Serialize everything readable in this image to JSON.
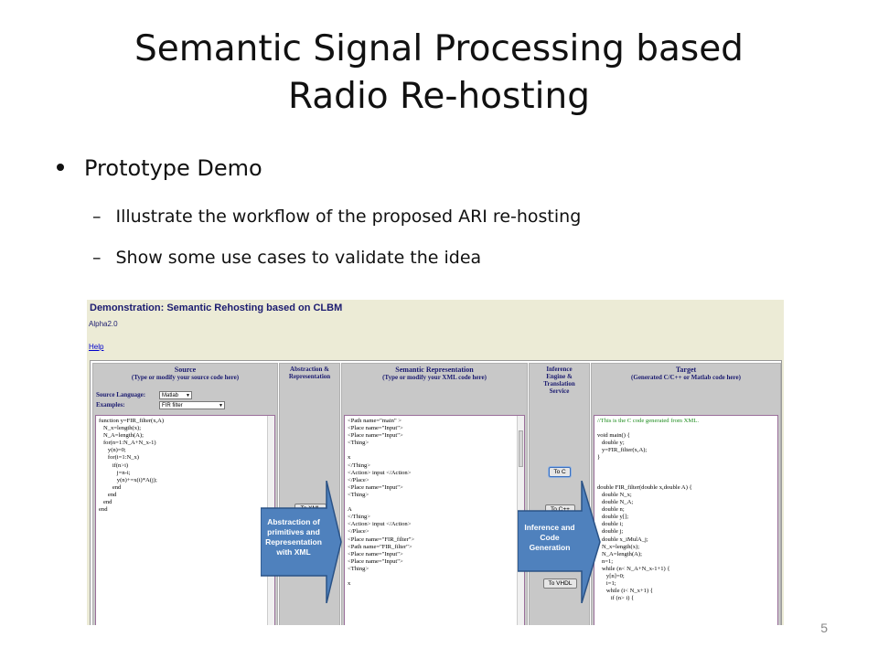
{
  "slide": {
    "title_line1": "Semantic Signal Processing based",
    "title_line2": "Radio Re-hosting",
    "bullet": "Prototype Demo",
    "sub_bullets": [
      "Illustrate the workflow of the proposed ARI re-hosting",
      "Show some use cases to validate the idea"
    ],
    "slide_number": "5"
  },
  "demo": {
    "title": "Demonstration: Semantic Rehosting based on CLBM",
    "version": "Alpha2.0",
    "help_link": "Help",
    "columns": {
      "source": {
        "title": "Source",
        "subtitle": "(Type or modify your source code here)"
      },
      "abstraction": {
        "title": "Abstraction &",
        "title2": "Representation"
      },
      "semantic": {
        "title": "Semantic Representation",
        "subtitle": "(Type or modify your XML code here)"
      },
      "inference": {
        "title": "Inference",
        "title2": "Engine &",
        "title3": "Translation",
        "title4": "Service"
      },
      "target": {
        "title": "Target",
        "subtitle": "(Generated C/C++ or Matlab code here)"
      }
    },
    "source_language_label": "Source Language:",
    "source_language_value": "Matlab",
    "examples_label": "Examples:",
    "examples_value": "FIR filter",
    "source_code": [
      "function y=FIR_filter(x,A)",
      "   N_x=length(x);",
      "   N_A=length(A);",
      "   for(n=1:N_A+N_x-1)",
      "      y(n)=0;",
      "      for(i=1:N_x)",
      "         if(n>i)",
      "            j=n-i;",
      "            y(n)+=x(i)*A(j);",
      "         end",
      "      end",
      "   end",
      "end"
    ],
    "xml_code": [
      "<Path name=\"main\" >",
      "<Place name=\"Input\">",
      "<Place name=\"Input\">",
      "<Thing>",
      "",
      "x",
      "</Thing>",
      "<Action> input </Action>",
      "</Place>",
      "<Place name=\"Input\">",
      "<Thing>",
      "",
      "A",
      "</Thing>",
      "<Action> input </Action>",
      "</Place>",
      "<Place name=\"FIR_filter\">",
      "<Path name=\"FIR_filter\">",
      "<Place name=\"Input\">",
      "<Place name=\"Input\">",
      "<Thing>",
      "",
      "x"
    ],
    "target_code": [
      "//This is the C code generated from XML.",
      "",
      "void main() {",
      "   double y;",
      "   y=FIR_filter(x,A);",
      "}",
      "",
      "",
      "",
      "double FIR_filter(double x,double A) {",
      "   double N_x;",
      "   double N_A;",
      "   double n;",
      "   double y[];",
      "   double i;",
      "   double j;",
      "   double x_iMulA_j;",
      "   N_x=length(x);",
      "   N_A=length(A);",
      "   n=1;",
      "   while (n< N_A+N_x-1+1) {",
      "      y[n]=0;",
      "      i=1;",
      "      while (i< N_x+1) {",
      "         if (n> i) {"
    ],
    "buttons": {
      "to_xml": "To XML",
      "to_c": "To C",
      "to_cpp": "To C++",
      "to_vhdl": "To VHDL"
    },
    "annotations": {
      "abstraction": [
        "Abstraction of",
        "primitives and",
        "Representation",
        "with XML"
      ],
      "inference": [
        "Inference and",
        "Code",
        "Generation"
      ]
    },
    "colors": {
      "arrow_fill": "#4f81bd",
      "arrow_stroke": "#2a5286",
      "background": "#ecebd6"
    }
  }
}
